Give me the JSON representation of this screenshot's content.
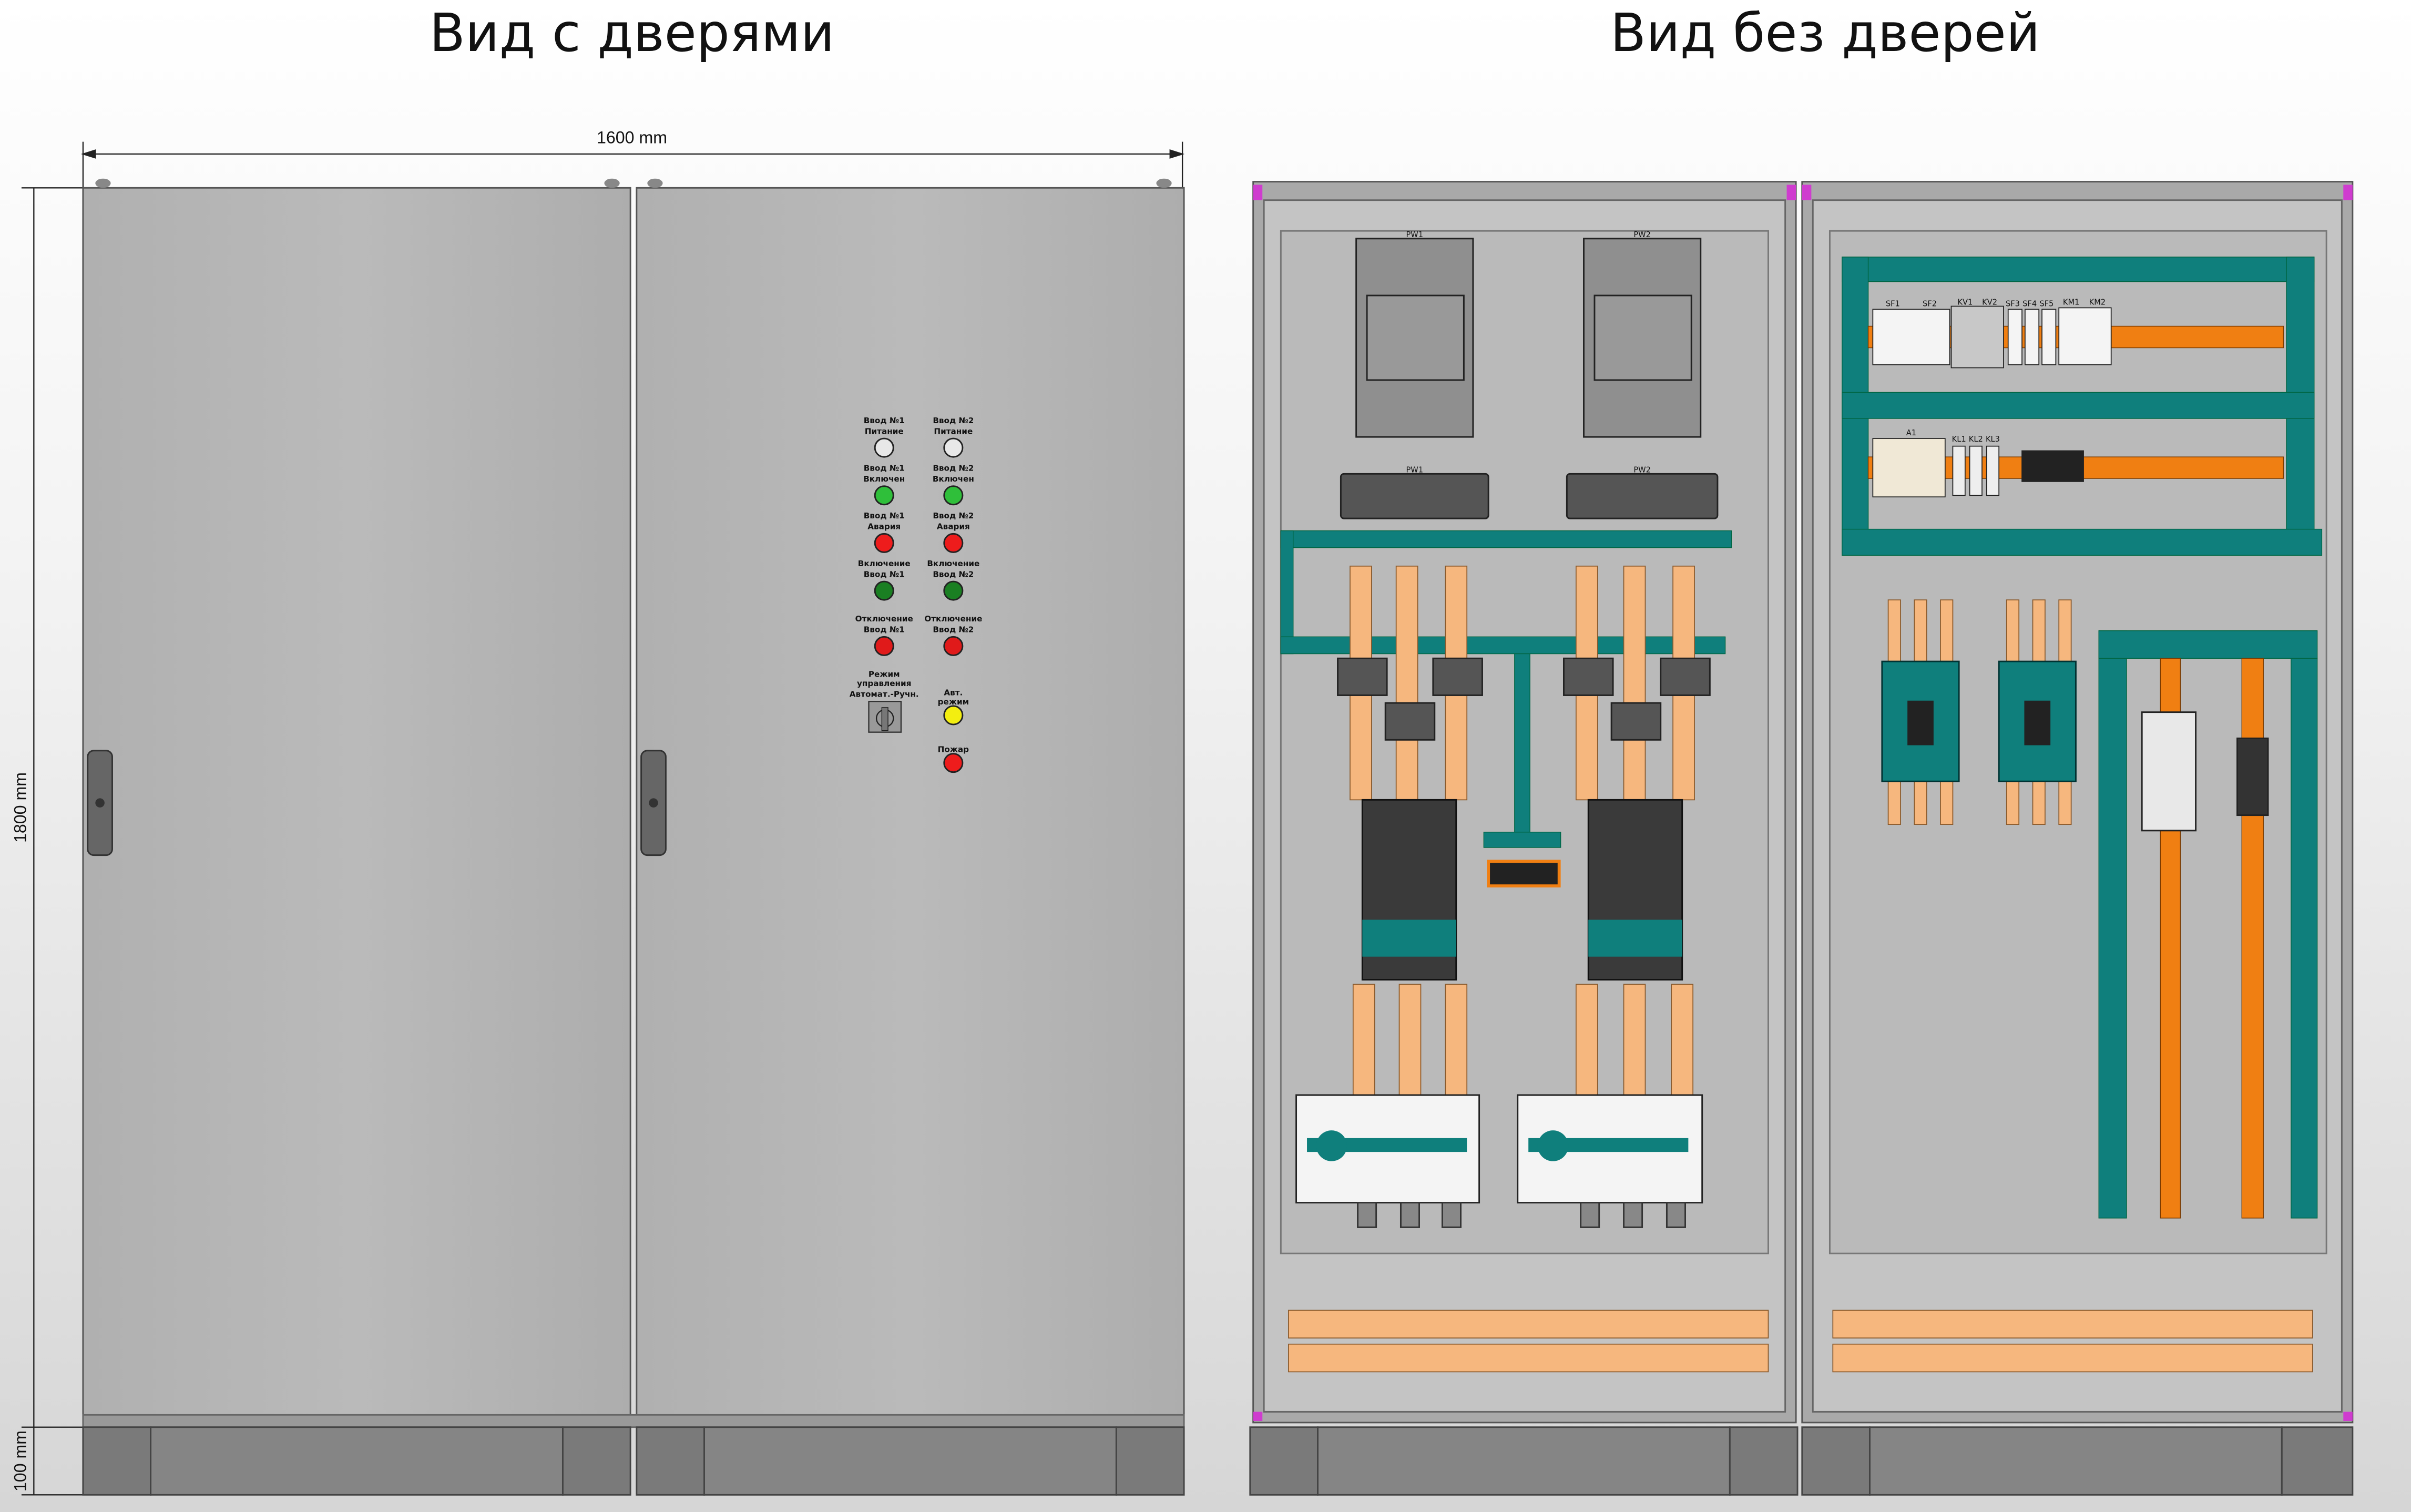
{
  "titles": {
    "with_doors": "Вид с дверями",
    "without_doors": "Вид без дверей"
  },
  "dimensions": {
    "width": "1600 mm",
    "height": "1800 mm",
    "plinth": "100 mm"
  },
  "door_panel": {
    "indicators": [
      {
        "line1": "Ввод №1",
        "line2": "Питание",
        "color": "#e8e8e8"
      },
      {
        "line1": "Ввод №2",
        "line2": "Питание",
        "color": "#e8e8e8"
      },
      {
        "line1": "Ввод №1",
        "line2": "Включен",
        "color": "#2fbf3a"
      },
      {
        "line1": "Ввод №2",
        "line2": "Включен",
        "color": "#2fbf3a"
      },
      {
        "line1": "Ввод №1",
        "line2": "Авария",
        "color": "#ee1c1c"
      },
      {
        "line1": "Ввод №2",
        "line2": "Авария",
        "color": "#ee1c1c"
      },
      {
        "line1": "Включение",
        "line2": "Ввод №1",
        "color": "#1a7f22"
      },
      {
        "line1": "Включение",
        "line2": "Ввод №2",
        "color": "#1a7f22"
      },
      {
        "line1": "Отключение",
        "line2": "Ввод №1",
        "color": "#e01a1a"
      },
      {
        "line1": "Отключение",
        "line2": "Ввод №2",
        "color": "#e01a1a"
      }
    ],
    "mode_switch": {
      "line1": "Режим",
      "line2": "управления",
      "line3": "Автомат.-Ручн."
    },
    "auto_mode": {
      "line1": "Авт.",
      "line2": "режим",
      "color": "#f3ee10"
    },
    "fire": {
      "label": "Пожар",
      "color": "#ee1c1c"
    }
  },
  "interior": {
    "meters": [
      "PW1",
      "PW2"
    ],
    "modules_row1": [
      "SF1",
      "SF2",
      "KV1",
      "KV2",
      "SF3",
      "SF4",
      "SF5",
      "KM1",
      "KM2"
    ],
    "modules_row2": [
      "A1",
      "KL1",
      "KL2",
      "KL3"
    ]
  },
  "colors": {
    "teal": "#0f7f7c",
    "copper": "#f6b77e",
    "din_rail": "#f07f12",
    "cabinet": "#b4b4b4",
    "plinth": "#7a7a7a"
  }
}
